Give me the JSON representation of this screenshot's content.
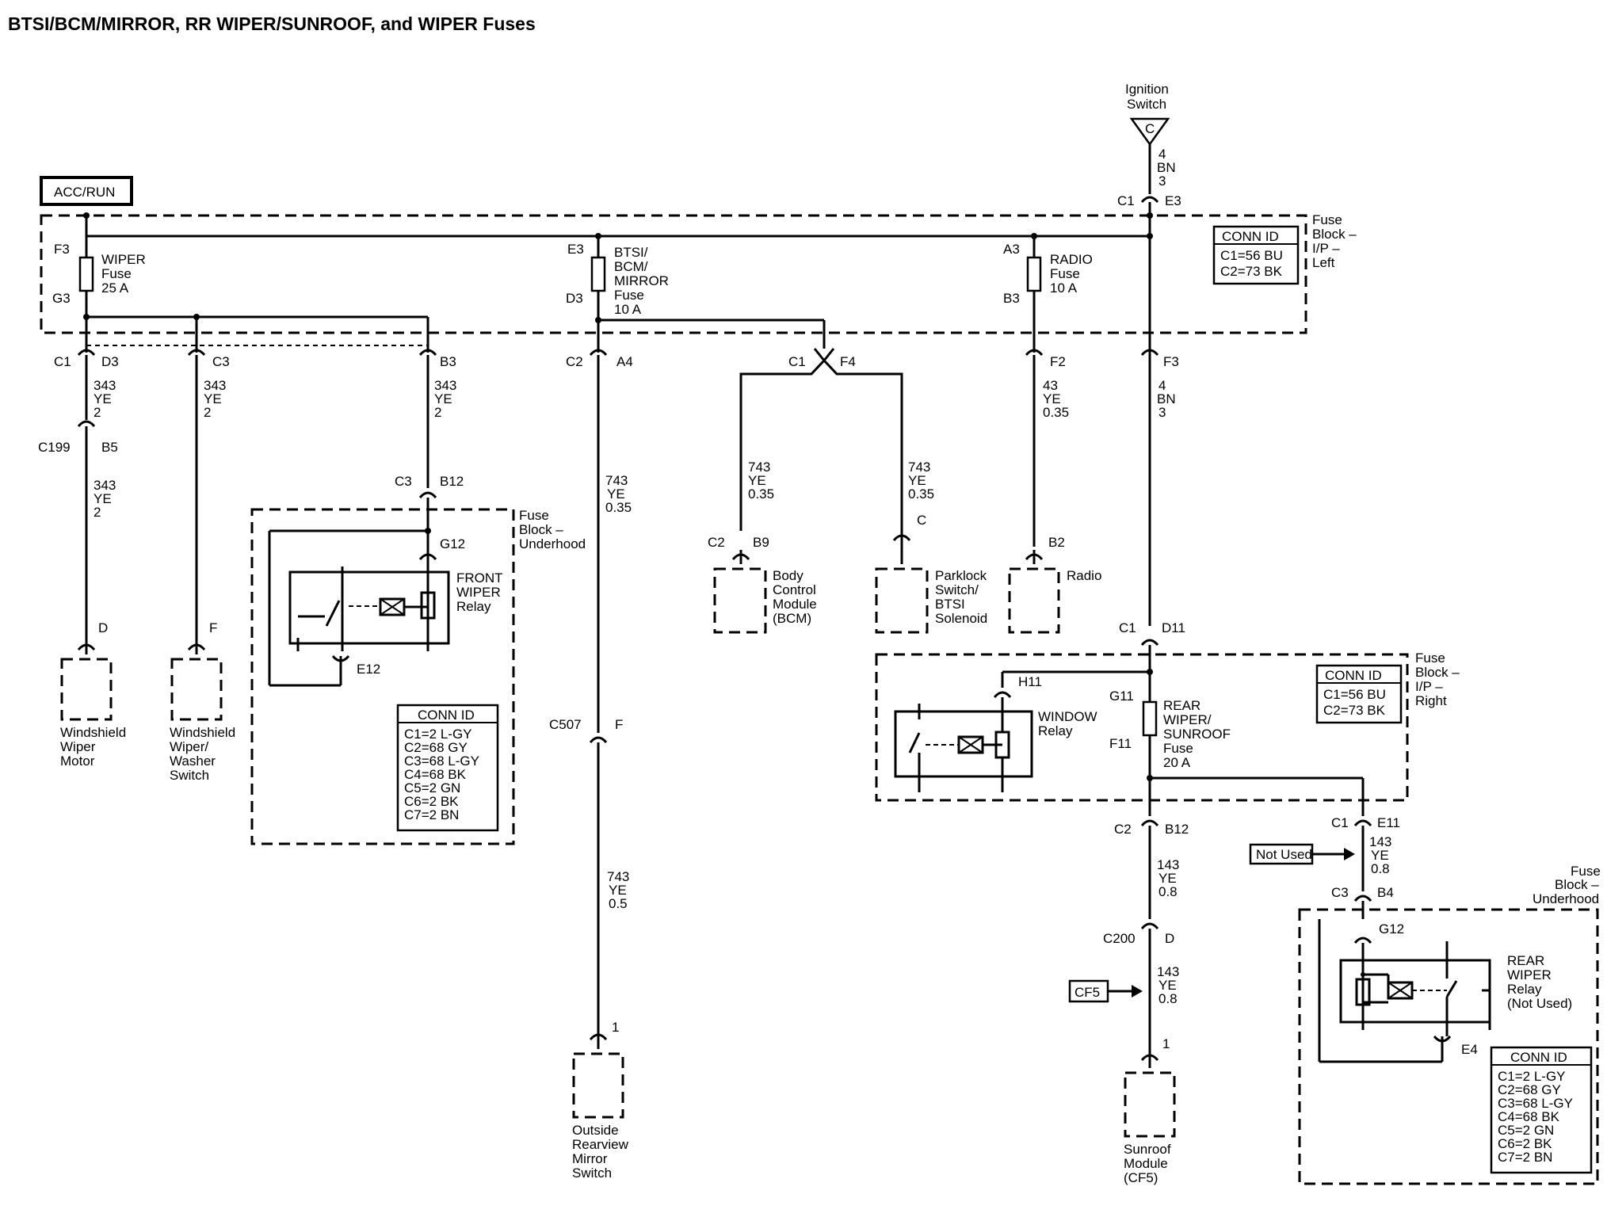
{
  "title": "BTSI/BCM/MIRROR, RR WIPER/SUNROOF, and WIPER Fuses",
  "acc_run": "ACC/RUN",
  "ignition_switch": {
    "line1": "Ignition",
    "line2": "Switch",
    "terminal": "C"
  },
  "ign_wire": {
    "circuit": "4",
    "color": "BN",
    "gauge": "3"
  },
  "conn_top": {
    "c": "C1",
    "p": "E3"
  },
  "fuse_block_ip_left": {
    "line1": "Fuse",
    "line2": "Block –",
    "line3": "I/P –",
    "line4": "Left"
  },
  "conn_id_ip_left": {
    "title": "CONN ID",
    "row1": "C1=56 BU",
    "row2": "C2=73 BK"
  },
  "wiper_fuse": {
    "top": "F3",
    "bottom": "G3",
    "line1": "WIPER",
    "line2": "Fuse",
    "line3": "25 A"
  },
  "btsi_fuse": {
    "top": "E3",
    "bottom": "D3",
    "line1": "BTSI/",
    "line2": "BCM/",
    "line3": "MIRROR",
    "line4": "Fuse",
    "line5": "10 A"
  },
  "radio_fuse": {
    "top": "A3",
    "bottom": "B3",
    "line1": "RADIO",
    "line2": "Fuse",
    "line3": "10 A"
  },
  "connectors": {
    "c1_d3": {
      "c": "C1",
      "p": "D3"
    },
    "c3": {
      "p": "C3"
    },
    "b3": {
      "p": "B3"
    },
    "c2_a4": {
      "c": "C2",
      "p": "A4"
    },
    "c1_f4": {
      "c": "C1",
      "p": "F4"
    },
    "f2": {
      "p": "F2"
    },
    "f3": {
      "p": "F3"
    },
    "c199_b5": {
      "c": "C199",
      "p": "B5"
    },
    "c3_b12": {
      "c": "C3",
      "p": "B12"
    },
    "g12_front": {
      "p": "G12"
    },
    "e12": {
      "p": "E12"
    },
    "c2_b9": {
      "c": "C2",
      "p": "B9"
    },
    "park_c": {
      "p": "C"
    },
    "radio_b2": {
      "p": "B2"
    },
    "c1_d11": {
      "c": "C1",
      "p": "D11"
    },
    "h11": {
      "p": "H11"
    },
    "g11": {
      "p": "G11"
    },
    "f11": {
      "p": "F11"
    },
    "c2_b12": {
      "c": "C2",
      "p": "B12"
    },
    "c1_e11": {
      "c": "C1",
      "p": "E11"
    },
    "c3_b4": {
      "c": "C3",
      "p": "B4"
    },
    "g12_rear": {
      "p": "G12"
    },
    "e4": {
      "p": "E4"
    },
    "c200_d": {
      "c": "C200",
      "p": "D"
    },
    "c507_f": {
      "c": "C507",
      "p": "F"
    },
    "motor_d": {
      "p": "D"
    },
    "washer_f": {
      "p": "F"
    },
    "mirror_1": {
      "p": "1"
    },
    "sunroof_1": {
      "p": "1"
    }
  },
  "wires": {
    "w343a": {
      "circuit": "343",
      "color": "YE",
      "gauge": "2"
    },
    "w343b": {
      "circuit": "343",
      "color": "YE",
      "gauge": "2"
    },
    "w343c": {
      "circuit": "343",
      "color": "YE",
      "gauge": "2"
    },
    "w343d": {
      "circuit": "343",
      "color": "YE",
      "gauge": "2"
    },
    "w743a": {
      "circuit": "743",
      "color": "YE",
      "gauge": "0.35"
    },
    "w743b": {
      "circuit": "743",
      "color": "YE",
      "gauge": "0.5"
    },
    "w743bcm": {
      "circuit": "743",
      "color": "YE",
      "gauge": "0.35"
    },
    "w743park": {
      "circuit": "743",
      "color": "YE",
      "gauge": "0.35"
    },
    "w43": {
      "circuit": "43",
      "color": "YE",
      "gauge": "0.35"
    },
    "w4bn": {
      "circuit": "4",
      "color": "BN",
      "gauge": "3"
    },
    "w143a": {
      "circuit": "143",
      "color": "YE",
      "gauge": "0.8"
    },
    "w143b": {
      "circuit": "143",
      "color": "YE",
      "gauge": "0.8"
    },
    "w143c": {
      "circuit": "143",
      "color": "YE",
      "gauge": "0.8"
    }
  },
  "fuse_block_underhood_left": {
    "line1": "Fuse",
    "line2": "Block –",
    "line3": "Underhood"
  },
  "front_wiper_relay": {
    "line1": "FRONT",
    "line2": "WIPER",
    "line3": "Relay"
  },
  "conn_id_underhood": {
    "title": "CONN ID",
    "rows": [
      "C1=2 L-GY",
      "C2=68 GY",
      "C3=68 L-GY",
      "C4=68 BK",
      "C5=2 GN",
      "C6=2 BK",
      "C7=2 BN"
    ]
  },
  "components": {
    "wiper_motor": {
      "line1": "Windshield",
      "line2": "Wiper",
      "line3": "Motor"
    },
    "washer_switch": {
      "line1": "Windshield",
      "line2": "Wiper/",
      "line3": "Washer",
      "line4": "Switch"
    },
    "mirror_switch": {
      "line1": "Outside",
      "line2": "Rearview",
      "line3": "Mirror",
      "line4": "Switch"
    },
    "bcm": {
      "line1": "Body",
      "line2": "Control",
      "line3": "Module",
      "line4": "(BCM)"
    },
    "parklock": {
      "line1": "Parklock",
      "line2": "Switch/",
      "line3": "BTSI",
      "line4": "Solenoid"
    },
    "radio": {
      "line1": "Radio"
    },
    "sunroof": {
      "line1": "Sunroof",
      "line2": "Module",
      "line3": "(CF5)"
    }
  },
  "fuse_block_ip_right": {
    "line1": "Fuse",
    "line2": "Block –",
    "line3": "I/P –",
    "line4": "Right"
  },
  "conn_id_ip_right": {
    "title": "CONN ID",
    "row1": "C1=56 BU",
    "row2": "C2=73 BK"
  },
  "window_relay": {
    "line1": "WINDOW",
    "line2": "Relay"
  },
  "rear_wiper_fuse": {
    "line1": "REAR",
    "line2": "WIPER/",
    "line3": "SUNROOF",
    "line4": "Fuse",
    "line5": "20 A"
  },
  "not_used": "Not Used",
  "cf5": "CF5",
  "fuse_block_underhood_right": {
    "line1": "Fuse",
    "line2": "Block –",
    "line3": "Underhood"
  },
  "rear_wiper_relay": {
    "line1": "REAR",
    "line2": "WIPER",
    "line3": "Relay",
    "line4": "(Not Used)"
  },
  "conn_id_underhood_right": {
    "title": "CONN ID",
    "rows": [
      "C1=2 L-GY",
      "C2=68 GY",
      "C3=68 L-GY",
      "C4=68 BK",
      "C5=2 GN",
      "C6=2 BK",
      "C7=2 BN"
    ]
  }
}
